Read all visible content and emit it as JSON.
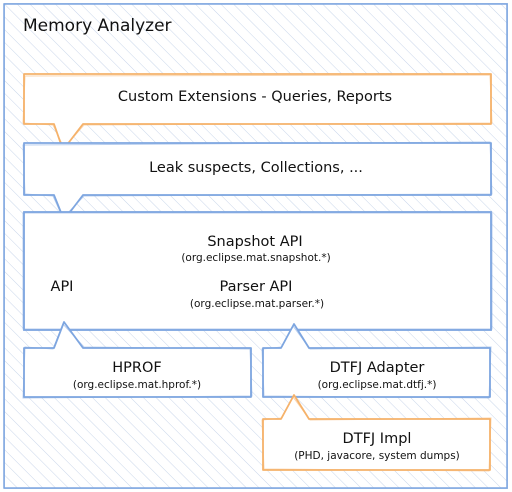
{
  "title": "Memory Analyzer",
  "boxes": {
    "custom_extensions": "Custom Extensions - Queries, Reports",
    "leak_suspects": "Leak suspects, Collections, ...",
    "snapshot_api": "Snapshot API",
    "snapshot_pkg": "(org.eclipse.mat.snapshot.*)",
    "api": "API",
    "parser_api": "Parser API",
    "parser_pkg": "(org.eclipse.mat.parser.*)",
    "hprof": "HPROF",
    "hprof_pkg": "(org.eclipse.mat.hprof.*)",
    "dtfj_adapter": "DTFJ Adapter",
    "dtfj_pkg": "(org.eclipse.mat.dtfj.*)",
    "dtfj_impl": "DTFJ Impl",
    "dtfj_impl_desc": "(PHD, javacore, system dumps)"
  },
  "colors": {
    "blue": "#7ea6e0",
    "orange": "#f5b26b",
    "hatch": "#c9d6ea"
  }
}
